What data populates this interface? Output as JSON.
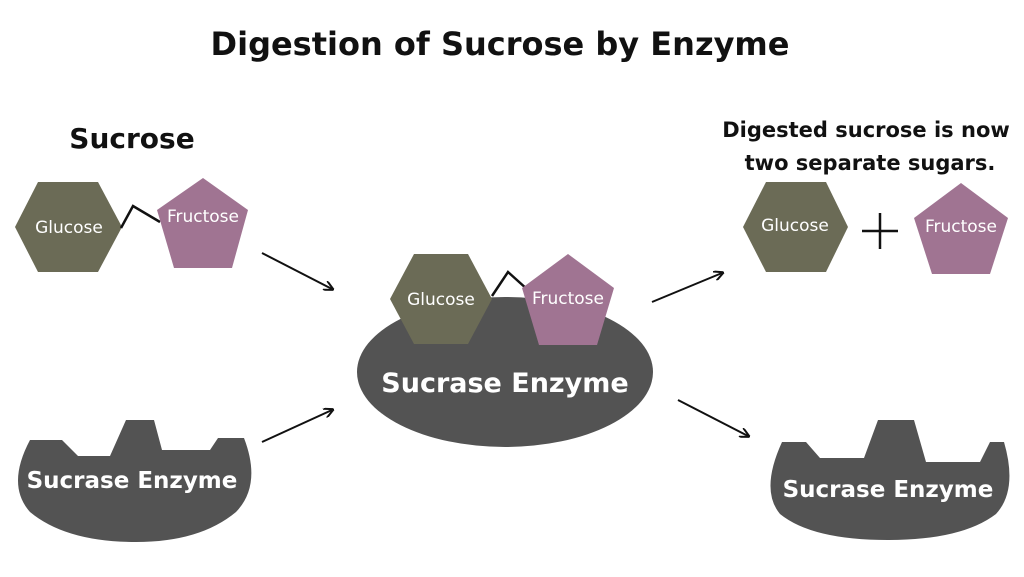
{
  "title": "Digestion of Sucrose by Enzyme",
  "sucrose_heading": "Sucrose",
  "result_note": {
    "line1": "Digested sucrose is now",
    "line2": "two separate sugars."
  },
  "molecules": {
    "glucose": "Glucose",
    "fructose": "Fructose"
  },
  "enzyme_label": "Sucrase Enzyme",
  "colors": {
    "glucose": "#6b6b56",
    "fructose": "#a07492",
    "enzyme": "#535353",
    "text": "#111111",
    "background": "#ffffff"
  }
}
